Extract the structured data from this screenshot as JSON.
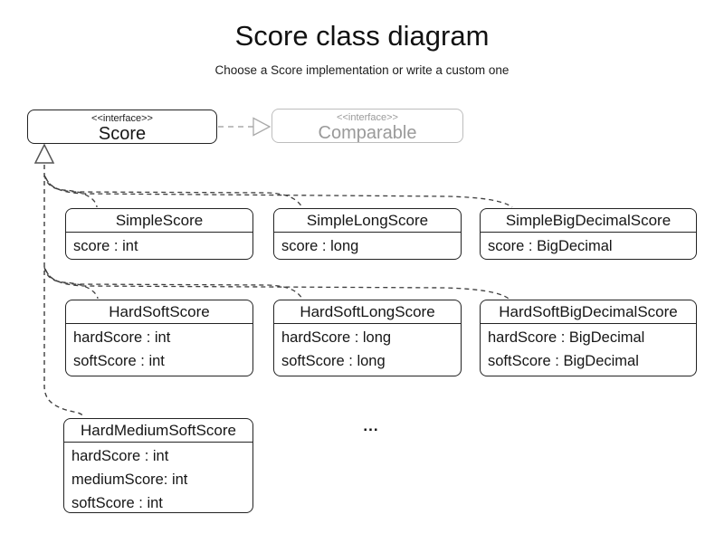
{
  "page": {
    "title": "Score class diagram",
    "subtitle": "Choose a Score implementation or write a custom one",
    "ellipsis": "..."
  },
  "interfaces": {
    "score": {
      "stereotype": "<<interface>>",
      "name": "Score"
    },
    "comparable": {
      "stereotype": "<<interface>>",
      "name": "Comparable"
    }
  },
  "classes": [
    {
      "name": "SimpleScore",
      "attributes": [
        "score : int"
      ]
    },
    {
      "name": "SimpleLongScore",
      "attributes": [
        "score : long"
      ]
    },
    {
      "name": "SimpleBigDecimalScore",
      "attributes": [
        "score : BigDecimal"
      ]
    },
    {
      "name": "HardSoftScore",
      "attributes": [
        "hardScore : int",
        "softScore : int"
      ]
    },
    {
      "name": "HardSoftLongScore",
      "attributes": [
        "hardScore : long",
        "softScore : long"
      ]
    },
    {
      "name": "HardSoftBigDecimalScore",
      "attributes": [
        "hardScore : BigDecimal",
        "softScore : BigDecimal"
      ]
    },
    {
      "name": "HardMediumSoftScore",
      "attributes": [
        "hardScore : int",
        "mediumScore: int",
        "softScore : int"
      ]
    }
  ],
  "edges": {
    "extends": [
      {
        "from": "Score",
        "to": "Comparable"
      }
    ],
    "realizations": [
      {
        "from": "SimpleScore",
        "to": "Score"
      },
      {
        "from": "SimpleLongScore",
        "to": "Score"
      },
      {
        "from": "SimpleBigDecimalScore",
        "to": "Score"
      },
      {
        "from": "HardSoftScore",
        "to": "Score"
      },
      {
        "from": "HardSoftLongScore",
        "to": "Score"
      },
      {
        "from": "HardSoftBigDecimalScore",
        "to": "Score"
      },
      {
        "from": "HardMediumSoftScore",
        "to": "Score"
      }
    ]
  },
  "colors": {
    "background": "#ffffff",
    "ink": "#161616",
    "box_border": "#232323",
    "muted_text": "#9a9a9a",
    "muted_border": "#bdbdbd",
    "edge": "#3f3f3f",
    "edge_arrow": "#555555",
    "edge_muted": "#aaaaaa",
    "arrow_fill": "#ffffff"
  }
}
